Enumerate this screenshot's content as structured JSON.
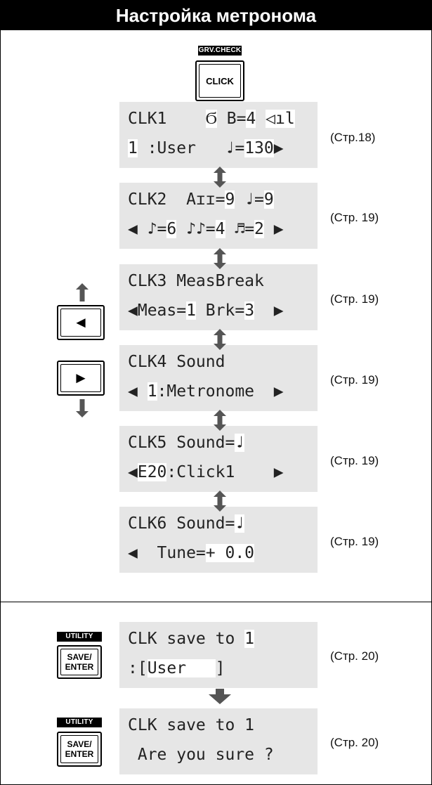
{
  "header": {
    "title": "Настройка метронома"
  },
  "top_button": {
    "tag": "GRV.CHECK",
    "label": "CLICK"
  },
  "side_buttons": {
    "left_symbol": "◄",
    "right_symbol": "►",
    "up_icon": "arrow-up-icon",
    "down_icon": "arrow-down-icon"
  },
  "screens": [
    {
      "ref": "(Стр.18)",
      "line1": [
        {
          "t": "CLK1    "
        },
        {
          "t": "Ϭ",
          "h": true
        },
        {
          "t": " B="
        },
        {
          "t": "4",
          "h": true
        },
        {
          "t": " "
        },
        {
          "t": "◁ıl",
          "h": true
        }
      ],
      "line2": [
        {
          "t": "1",
          "h": true
        },
        {
          "t": " :User   ♩="
        },
        {
          "t": "130",
          "h": true
        },
        {
          "t": "▶"
        }
      ]
    },
    {
      "ref": "(Стр. 19)",
      "line1": [
        {
          "t": "CLK2  Aɪɪ="
        },
        {
          "t": "9",
          "h": true
        },
        {
          "t": " ♩="
        },
        {
          "t": "9",
          "h": true
        }
      ],
      "line2": [
        {
          "t": "◀ ♪="
        },
        {
          "t": "6",
          "h": true
        },
        {
          "t": " ♪♪="
        },
        {
          "t": "4",
          "h": true
        },
        {
          "t": " ♬="
        },
        {
          "t": "2",
          "h": true
        },
        {
          "t": " ▶"
        }
      ]
    },
    {
      "ref": "(Стр. 19)",
      "line1": [
        {
          "t": "CLK3 MeasBreak"
        }
      ],
      "line2": [
        {
          "t": "◀Meas="
        },
        {
          "t": "1",
          "h": true
        },
        {
          "t": " Brk="
        },
        {
          "t": "3",
          "h": true
        },
        {
          "t": "  ▶"
        }
      ]
    },
    {
      "ref": "(Стр. 19)",
      "line1": [
        {
          "t": "CLK4 Sound"
        }
      ],
      "line2": [
        {
          "t": "◀ "
        },
        {
          "t": "1",
          "h": true
        },
        {
          "t": ":Metronome  ▶"
        }
      ]
    },
    {
      "ref": "(Стр. 19)",
      "line1": [
        {
          "t": "CLK5 Sound="
        },
        {
          "t": "♩",
          "h": true
        }
      ],
      "line2": [
        {
          "t": "◀"
        },
        {
          "t": "E20",
          "h": true
        },
        {
          "t": ":Click1    ▶"
        }
      ]
    },
    {
      "ref": "(Стр. 19)",
      "line1": [
        {
          "t": "CLK6 Sound="
        },
        {
          "t": "♩",
          "h": true
        }
      ],
      "line2": [
        {
          "t": "◀  Tune="
        },
        {
          "t": "+ 0.0",
          "h": true
        }
      ]
    }
  ],
  "save_section": {
    "tag": "UTILITY",
    "button_label_1": "SAVE/",
    "button_label_2": "ENTER",
    "screens": [
      {
        "ref": "(Стр. 20)",
        "line1": [
          {
            "t": "CLK save to "
          },
          {
            "t": "1",
            "h": true
          }
        ],
        "line2": [
          {
            "t": ":["
          },
          {
            "t": "User   ",
            "h": true
          },
          {
            "t": "]"
          }
        ]
      },
      {
        "ref": "(Стр. 20)",
        "line1": [
          {
            "t": "CLK save to 1"
          }
        ],
        "line2": [
          {
            "t": " Are you sure ?"
          }
        ]
      }
    ]
  },
  "colors": {
    "lcd_bg": "#e6e6e6",
    "arrow": "#555555",
    "header_bg": "#000000"
  }
}
